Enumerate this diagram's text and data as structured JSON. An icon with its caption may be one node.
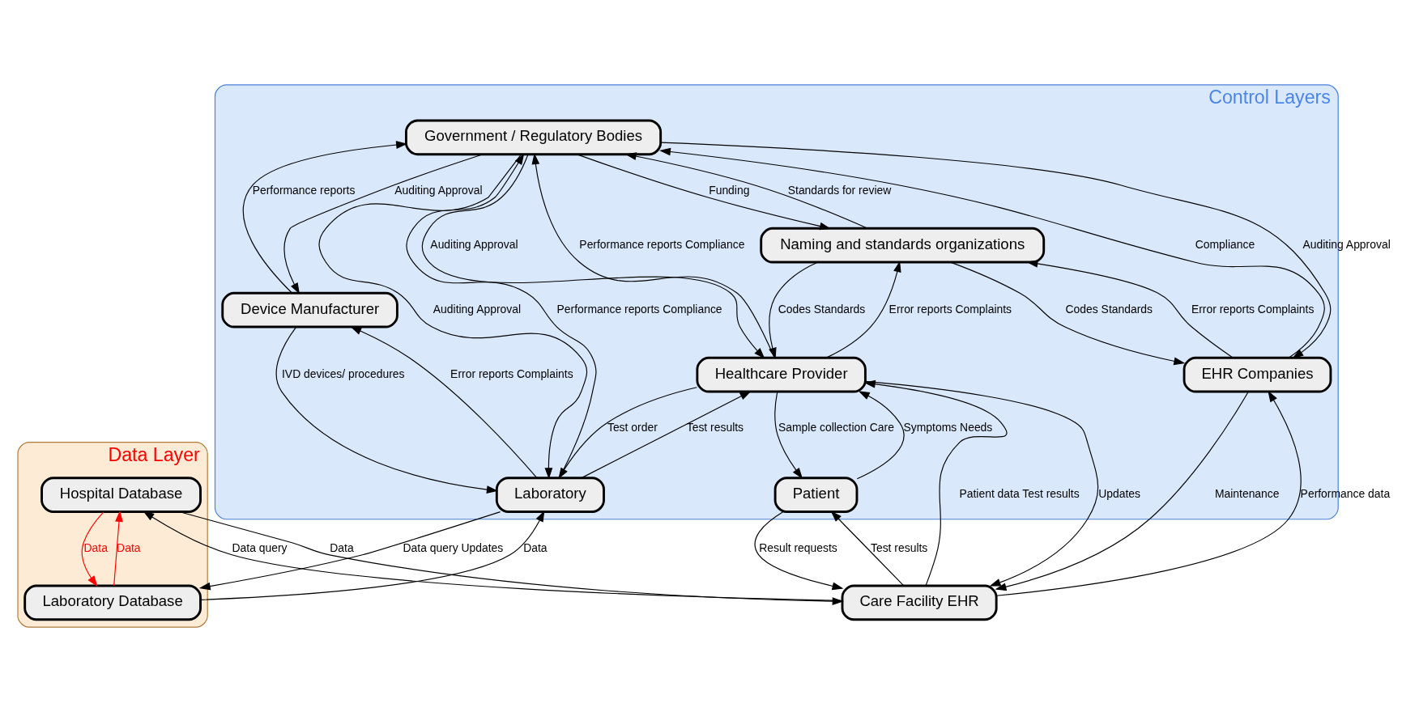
{
  "diagram": {
    "nodes": [
      {
        "text": [
          "Control Layers"
        ]
      },
      {
        "text": [
          "Data Layer"
        ]
      },
      {
        "text": [
          "Government / Regulatory Bodies"
        ],
        "in": 0
      },
      {
        "text": [
          "Naming and standards organizations"
        ],
        "in": 0
      },
      {
        "text": [
          "Device Manufacturer"
        ],
        "in": 0
      },
      {
        "text": [
          "Healthcare Provider"
        ],
        "in": 0
      },
      {
        "text": [
          "Laboratory"
        ],
        "in": 0
      },
      {
        "text": [
          "EHR Companies"
        ],
        "in": 0
      },
      {
        "text": [
          "Patient"
        ],
        "in": 0
      },
      {
        "text": [
          "Care Facility EHR"
        ]
      },
      {
        "text": [
          "Hospital Database"
        ],
        "in": 1
      },
      {
        "text": [
          "Laboratory Database"
        ],
        "in": 1
      }
    ],
    "edges": [
      {
        "from": 2,
        "to": 7,
        "arrow": "to",
        "label": "Auditing Approval"
      },
      {
        "from": 7,
        "to": 2,
        "arrow": "to",
        "label": "Compliance"
      },
      {
        "from": 2,
        "to": 3,
        "arrow": "to",
        "label": "Funding"
      },
      {
        "from": 3,
        "to": 2,
        "arrow": "to",
        "label": "Standards for review"
      },
      {
        "from": 2,
        "to": 5,
        "arrow": "to",
        "label": "Auditing Approval"
      },
      {
        "from": 5,
        "to": 2,
        "arrow": "to",
        "label": "Performance reports Compliance"
      },
      {
        "from": 2,
        "to": 6,
        "arrow": "to",
        "label": "Auditing Approval"
      },
      {
        "from": 6,
        "to": 2,
        "arrow": "to",
        "label": "Performance reports Compliance"
      },
      {
        "from": 2,
        "to": 4,
        "arrow": "to",
        "label": "Auditing Approval"
      },
      {
        "from": 4,
        "to": 2,
        "arrow": "to",
        "label": "Performance reports"
      },
      {
        "from": 3,
        "to": 7,
        "arrow": "to",
        "label": "Codes Standards"
      },
      {
        "from": 7,
        "to": 3,
        "arrow": "to",
        "label": "Error reports Complaints"
      },
      {
        "from": 3,
        "to": 5,
        "arrow": "to",
        "label": "Codes Standards"
      },
      {
        "from": 5,
        "to": 3,
        "arrow": "to",
        "label": "Error reports Complaints"
      },
      {
        "from": 4,
        "to": 6,
        "arrow": "to",
        "label": "IVD devices/ procedures"
      },
      {
        "from": 6,
        "to": 4,
        "arrow": "to",
        "label": "Error reports Complaints"
      },
      {
        "from": 6,
        "to": 5,
        "arrow": "to",
        "label": "Test results"
      },
      {
        "from": 5,
        "to": 6,
        "arrow": "to",
        "label": "Test order"
      },
      {
        "from": 5,
        "to": 8,
        "arrow": "to",
        "label": "Sample collection Care"
      },
      {
        "from": 8,
        "to": 5,
        "arrow": "to",
        "label": "Symptoms Needs"
      },
      {
        "from": 5,
        "to": 9,
        "arrow": "to",
        "label": "Updates"
      },
      {
        "from": 9,
        "to": 5,
        "arrow": "to",
        "label": "Patient data Test results"
      },
      {
        "from": 7,
        "to": 9,
        "arrow": "to",
        "label": "Maintenance"
      },
      {
        "from": 9,
        "to": 7,
        "arrow": "to",
        "label": "Performance data"
      },
      {
        "from": 8,
        "to": 9,
        "arrow": "to",
        "label": "Result requests"
      },
      {
        "from": 9,
        "to": 8,
        "arrow": "to",
        "label": "Test results"
      },
      {
        "from": 6,
        "to": 11,
        "arrow": "to",
        "label": "Data query Updates"
      },
      {
        "from": 11,
        "to": 6,
        "arrow": "to",
        "label": "Data"
      },
      {
        "from": 9,
        "to": 10,
        "arrow": "to",
        "label": "Data query"
      },
      {
        "from": 10,
        "to": 9,
        "arrow": "to",
        "label": "Data"
      },
      {
        "from": 11,
        "to": 10,
        "arrow": "to",
        "label": "Data",
        "color": "#ff0000"
      },
      {
        "from": 10,
        "to": 11,
        "arrow": "to",
        "label": "Data",
        "color": "#ff0000"
      }
    ]
  }
}
